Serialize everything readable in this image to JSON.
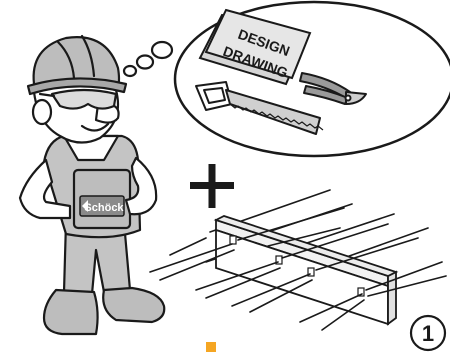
{
  "worker": {
    "badge_text": "Schöck",
    "badge_color": "#8a8a8a",
    "overall_color": "#c4c4c4",
    "helmet_color": "#bdbdbd",
    "skin_color": "#ffffff",
    "outline_color": "#1a1a1a"
  },
  "thought_bubble": {
    "document_text_line1": "DESIGN",
    "document_text_line2": "DRAWING",
    "items": [
      "design-drawing-icon",
      "saw-icon",
      "pliers-icon"
    ]
  },
  "plus_symbol": "+",
  "component": {
    "name": "insulation-element-with-rebars"
  },
  "step_badge": {
    "number": "1"
  },
  "accent_color": "#f5a623"
}
